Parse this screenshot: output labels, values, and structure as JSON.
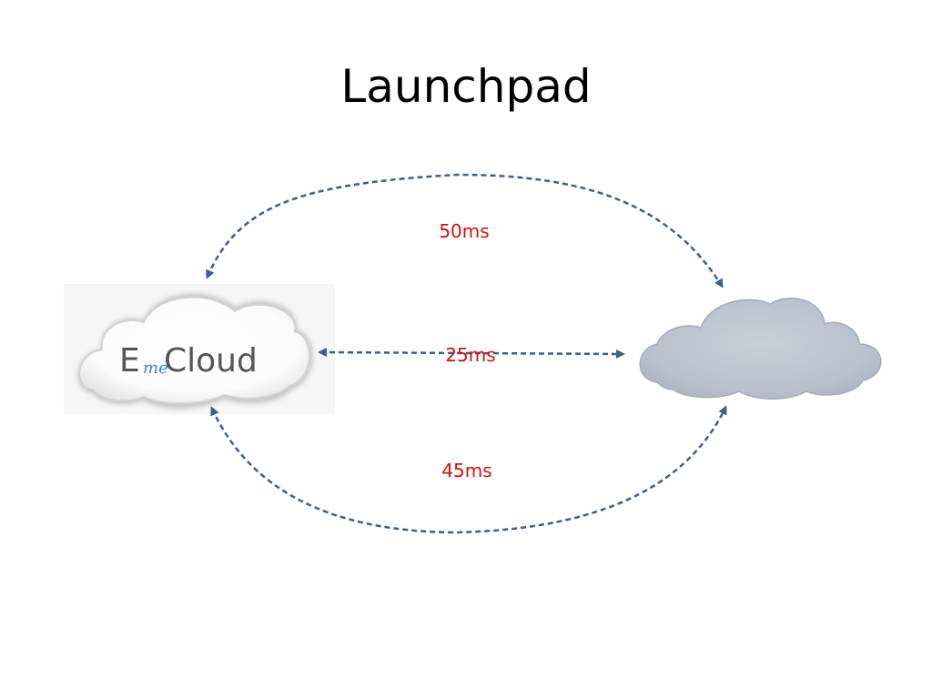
{
  "slide": {
    "title": "Launchpad"
  },
  "nodes": {
    "left_cloud": {
      "logo_text": "EmeCloud",
      "logo_parts": {
        "first": "E",
        "middle": "me",
        "second": "Cloud"
      }
    },
    "right_cloud": {}
  },
  "links": {
    "top": {
      "label": "50ms"
    },
    "middle": {
      "label": "25ms"
    },
    "bottom": {
      "label": "45ms"
    }
  },
  "colors": {
    "arrow": "#3e5f86",
    "label": "#d01010",
    "logo_dark": "#555555",
    "logo_accent": "#3a87c8",
    "right_cloud_fill": "#b9c2cd"
  }
}
